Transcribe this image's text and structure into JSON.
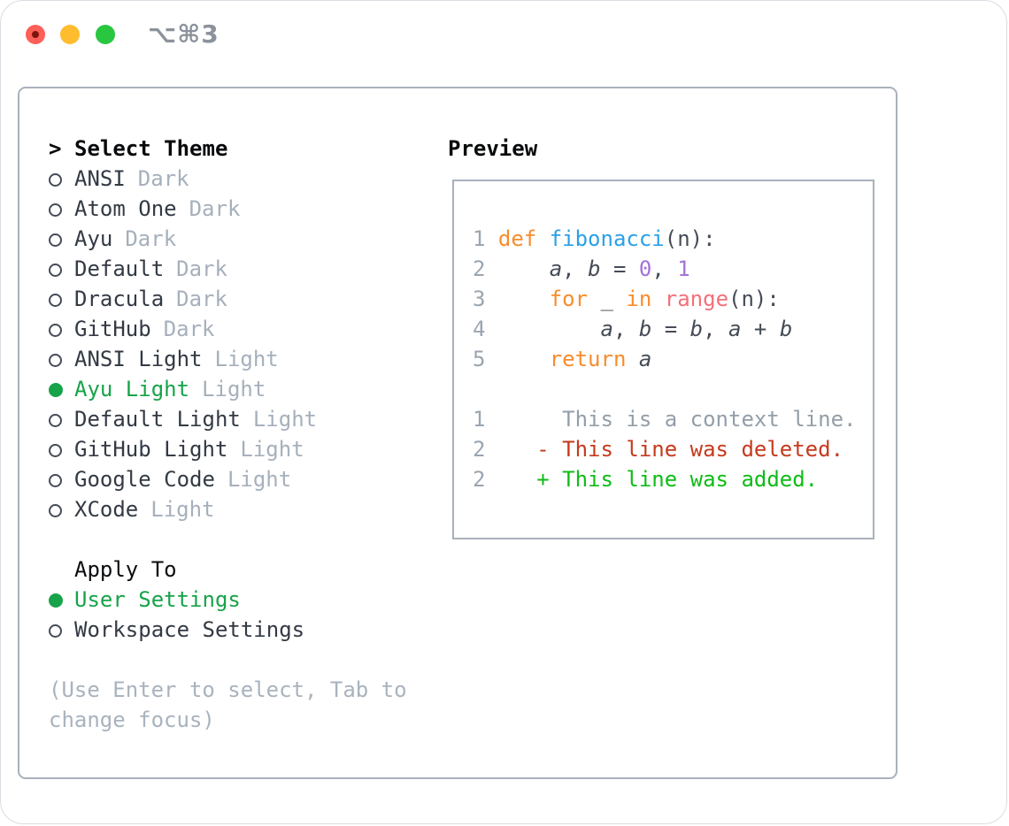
{
  "titlebar": {
    "title": "⌥⌘3"
  },
  "colors": {
    "accent_green": "#17a349",
    "text_dark": "#333a44",
    "muted": "#a6b0bc",
    "hint": "#a9b3be",
    "border": "#a9b1bc",
    "traffic_red": "#fe5f57",
    "traffic_yellow": "#febc2e",
    "traffic_green": "#28c73f",
    "syn_lineno": "#9aa5b1",
    "syn_keyword": "#f98c2b",
    "syn_function": "#2ba0e8",
    "syn_number": "#a472d6",
    "syn_builtin": "#f3707a",
    "syn_plain": "#454c57",
    "diff_context": "#939ea8",
    "diff_deleted": "#c53a1d",
    "diff_added": "#0fbc17"
  },
  "list": {
    "prompt": ">",
    "title": "Select Theme",
    "items": [
      {
        "name": "ANSI",
        "variant": "Dark",
        "selected": false
      },
      {
        "name": "Atom One",
        "variant": "Dark",
        "selected": false
      },
      {
        "name": "Ayu",
        "variant": "Dark",
        "selected": false
      },
      {
        "name": "Default",
        "variant": "Dark",
        "selected": false
      },
      {
        "name": "Dracula",
        "variant": "Dark",
        "selected": false
      },
      {
        "name": "GitHub",
        "variant": "Dark",
        "selected": false
      },
      {
        "name": "ANSI Light",
        "variant": "Light",
        "selected": false
      },
      {
        "name": "Ayu Light",
        "variant": "Light",
        "selected": true
      },
      {
        "name": "Default Light",
        "variant": "Light",
        "selected": false
      },
      {
        "name": "GitHub Light",
        "variant": "Light",
        "selected": false
      },
      {
        "name": "Google Code",
        "variant": "Light",
        "selected": false
      },
      {
        "name": "XCode",
        "variant": "Light",
        "selected": false
      }
    ]
  },
  "apply_to": {
    "title": "Apply To",
    "options": [
      {
        "label": "User Settings",
        "selected": true
      },
      {
        "label": "Workspace Settings",
        "selected": false
      }
    ]
  },
  "hint": {
    "line1": "(Use Enter to select, Tab to",
    "line2": "change focus)"
  },
  "preview": {
    "title": "Preview",
    "code_lines": [
      [
        {
          "t": "1 ",
          "s": "ln"
        },
        {
          "t": "def ",
          "s": "kw"
        },
        {
          "t": "fibonacci",
          "s": "fn"
        },
        {
          "t": "(n):",
          "s": "pl"
        }
      ],
      [
        {
          "t": "2 ",
          "s": "ln"
        },
        {
          "t": "    ",
          "s": "pl"
        },
        {
          "t": "a",
          "s": "va"
        },
        {
          "t": ", ",
          "s": "pl"
        },
        {
          "t": "b",
          "s": "va"
        },
        {
          "t": " = ",
          "s": "pl"
        },
        {
          "t": "0",
          "s": "nu"
        },
        {
          "t": ", ",
          "s": "pl"
        },
        {
          "t": "1",
          "s": "nu"
        }
      ],
      [
        {
          "t": "3 ",
          "s": "ln"
        },
        {
          "t": "    ",
          "s": "pl"
        },
        {
          "t": "for",
          "s": "kw"
        },
        {
          "t": " _ ",
          "s": "pl"
        },
        {
          "t": "in",
          "s": "kw"
        },
        {
          "t": " ",
          "s": "pl"
        },
        {
          "t": "range",
          "s": "rg"
        },
        {
          "t": "(n):",
          "s": "pl"
        }
      ],
      [
        {
          "t": "4 ",
          "s": "ln"
        },
        {
          "t": "        ",
          "s": "pl"
        },
        {
          "t": "a",
          "s": "va"
        },
        {
          "t": ", ",
          "s": "pl"
        },
        {
          "t": "b",
          "s": "va"
        },
        {
          "t": " = ",
          "s": "pl"
        },
        {
          "t": "b",
          "s": "va"
        },
        {
          "t": ", ",
          "s": "pl"
        },
        {
          "t": "a",
          "s": "va"
        },
        {
          "t": " + ",
          "s": "pl"
        },
        {
          "t": "b",
          "s": "va"
        }
      ],
      [
        {
          "t": "5 ",
          "s": "ln"
        },
        {
          "t": "    ",
          "s": "pl"
        },
        {
          "t": "return",
          "s": "kw"
        },
        {
          "t": " ",
          "s": "pl"
        },
        {
          "t": "a",
          "s": "va"
        }
      ],
      [],
      [
        {
          "t": "1",
          "s": "ln"
        },
        {
          "t": "      This is a context line.",
          "s": "ctx"
        }
      ],
      [
        {
          "t": "2",
          "s": "ln"
        },
        {
          "t": "    ",
          "s": "pl"
        },
        {
          "t": "- This line was deleted.",
          "s": "de"
        }
      ],
      [
        {
          "t": "2",
          "s": "ln"
        },
        {
          "t": "    ",
          "s": "pl"
        },
        {
          "t": "+ This line was added.",
          "s": "ad"
        }
      ]
    ]
  }
}
